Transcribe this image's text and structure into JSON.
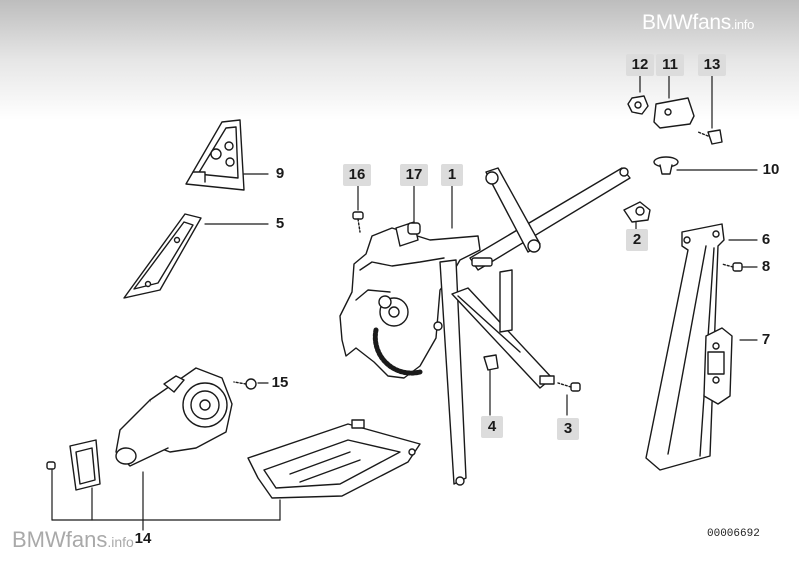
{
  "watermark_top": {
    "brand": "BMWfans",
    "suffix": ".info"
  },
  "watermark_bottom": {
    "brand": "BMWfans",
    "suffix": ".info"
  },
  "diagram_number": "00006692",
  "labels": {
    "l1": "1",
    "l2": "2",
    "l3": "3",
    "l4": "4",
    "l5": "5",
    "l6": "6",
    "l7": "7",
    "l8": "8",
    "l9": "9",
    "l10": "10",
    "l11": "11",
    "l12": "12",
    "l13": "13",
    "l14": "14",
    "l15": "15",
    "l16": "16",
    "l17": "17"
  }
}
